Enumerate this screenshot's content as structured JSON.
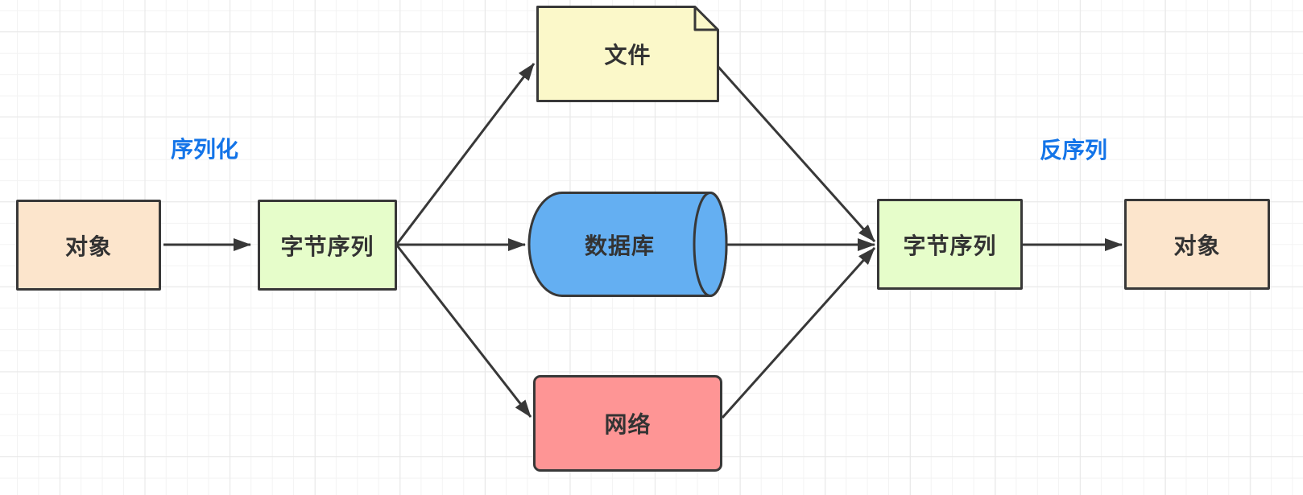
{
  "diagram": {
    "labels": {
      "serialize": "序列化",
      "deserialize": "反序列"
    },
    "nodes": {
      "object_left": "对象",
      "byte_sequence_left": "字节序列",
      "file": "文件",
      "database": "数据库",
      "network": "网络",
      "byte_sequence_right": "字节序列",
      "object_right": "对象"
    },
    "colors": {
      "object_fill": "#fce5cc",
      "byte_sequence_fill": "#e6fdca",
      "file_fill": "#fbf8c9",
      "database_fill": "#64aff2",
      "network_fill": "#fe9595",
      "stroke": "#383838",
      "label_blue": "#1374e8",
      "text": "#333333",
      "grid_minor": "#f3f3f3",
      "grid_major": "#e8e8e8"
    }
  }
}
